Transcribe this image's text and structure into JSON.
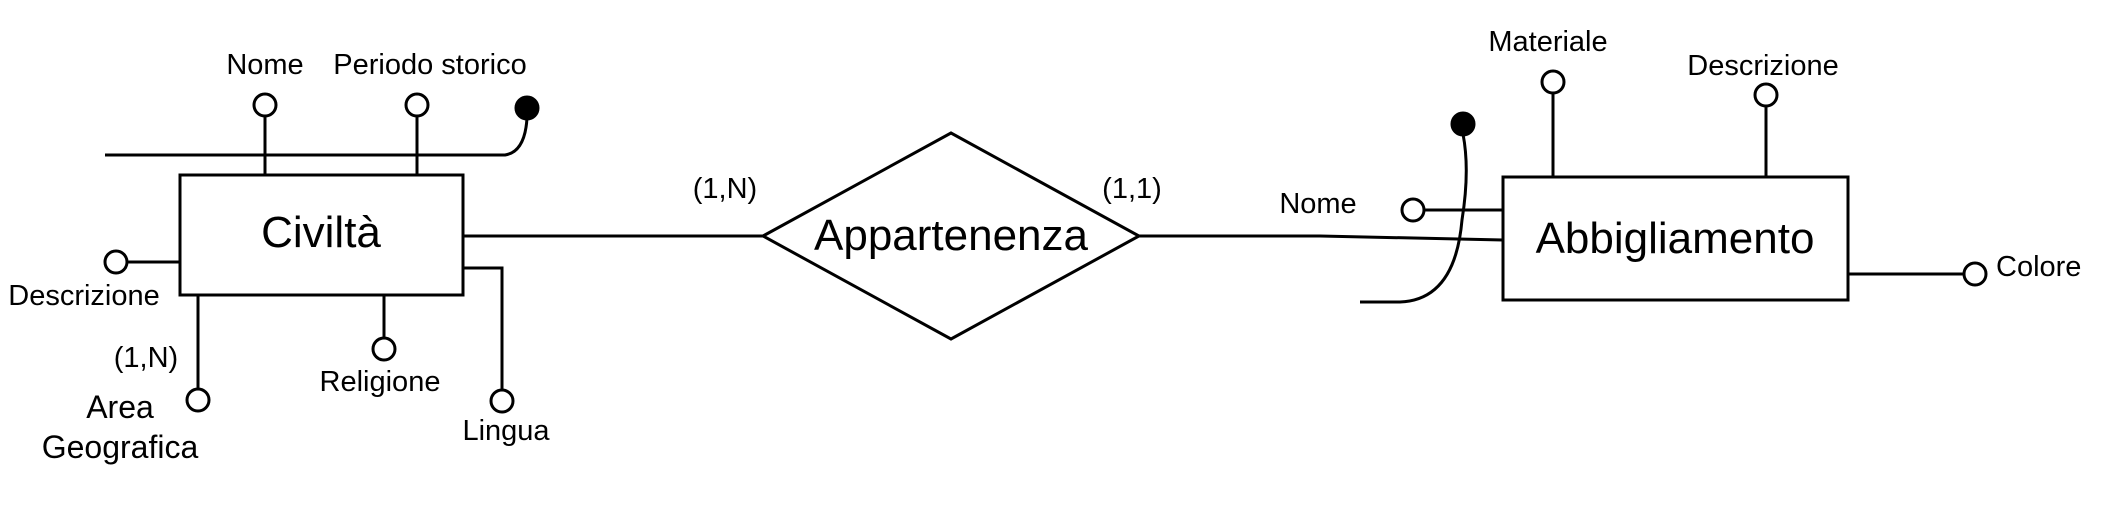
{
  "entities": {
    "civilta": "Civiltà",
    "abbigliamento": "Abbigliamento"
  },
  "relationship": {
    "name": "Appartenenza",
    "card_left": "(1,N)",
    "card_right": "(1,1)"
  },
  "civilta_attributes": {
    "nome": "Nome",
    "periodo_storico": "Periodo storico",
    "descrizione": "Descrizione",
    "area_cardinality": "(1,N)",
    "area_line1": "Area",
    "area_line2": "Geografica",
    "religione": "Religione",
    "lingua": "Lingua"
  },
  "abbigliamento_attributes": {
    "materiale": "Materiale",
    "descrizione": "Descrizione",
    "nome": "Nome",
    "colore": "Colore"
  }
}
